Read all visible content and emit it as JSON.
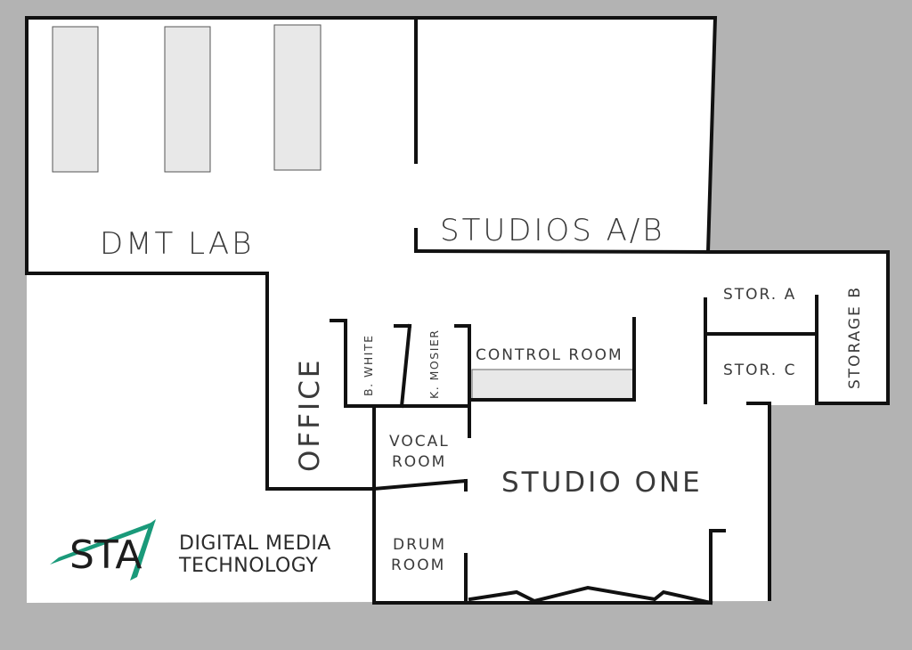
{
  "rooms": {
    "dmt_lab": "DMT LAB",
    "studios_ab": "STUDIOS A/B",
    "office": "OFFICE",
    "b_white": "B. WHITE",
    "k_mosier": "K. MOSIER",
    "control_room": "CONTROL ROOM",
    "stor_a": "STOR. A",
    "stor_c": "STOR. C",
    "storage_b": "STORAGE B",
    "vocal_room_line1": "VOCAL",
    "vocal_room_line2": "ROOM",
    "studio_one": "STUDIO ONE",
    "drum_room_line1": "DRUM",
    "drum_room_line2": "ROOM"
  },
  "logo": {
    "mark": "STA",
    "line1": "DIGITAL MEDIA",
    "line2": "TECHNOLOGY"
  },
  "colors": {
    "background": "#b3b3b3",
    "floor": "#ffffff",
    "wall": "#111111",
    "fixture": "#e8e8e8",
    "accent": "#1a9a7a"
  }
}
